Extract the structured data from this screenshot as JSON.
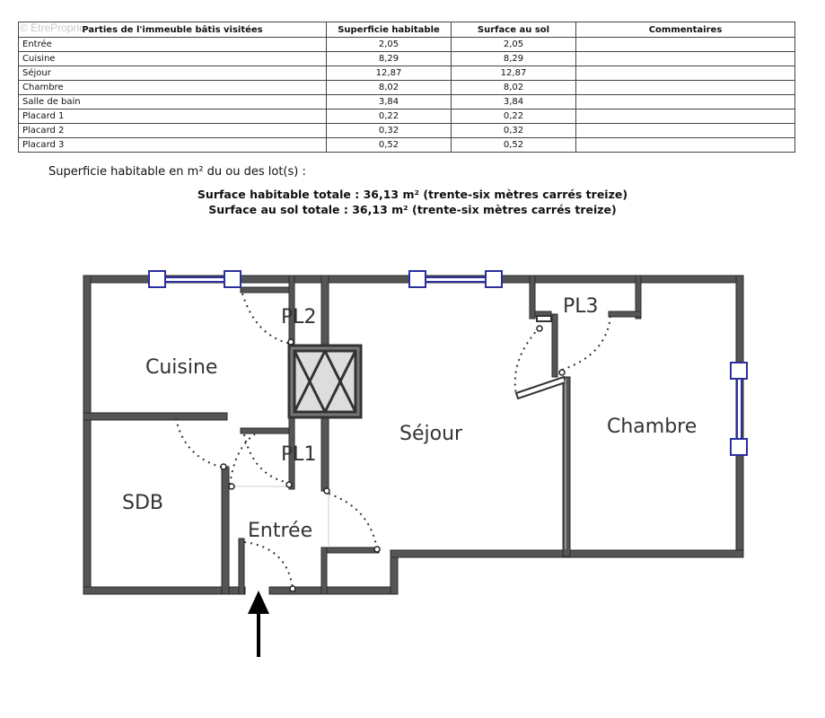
{
  "watermark": "© EtreProprio",
  "table": {
    "headers": [
      "Parties de l'immeuble bâtis visitées",
      "Superficie habitable",
      "Surface au sol",
      "Commentaires"
    ],
    "rows": [
      {
        "name": "Entrée",
        "habitable": "2,05",
        "sol": "2,05",
        "comment": ""
      },
      {
        "name": "Cuisine",
        "habitable": "8,29",
        "sol": "8,29",
        "comment": ""
      },
      {
        "name": "Séjour",
        "habitable": "12,87",
        "sol": "12,87",
        "comment": ""
      },
      {
        "name": "Chambre",
        "habitable": "8,02",
        "sol": "8,02",
        "comment": ""
      },
      {
        "name": "Salle de bain",
        "habitable": "3,84",
        "sol": "3,84",
        "comment": ""
      },
      {
        "name": "Placard 1",
        "habitable": "0,22",
        "sol": "0,22",
        "comment": ""
      },
      {
        "name": "Placard 2",
        "habitable": "0,32",
        "sol": "0,32",
        "comment": ""
      },
      {
        "name": "Placard 3",
        "habitable": "0,52",
        "sol": "0,52",
        "comment": ""
      }
    ]
  },
  "subtitle": "Superficie habitable en m² du ou des lot(s) :",
  "totals": {
    "habitable": "Surface habitable totale : 36,13 m² (trente-six mètres carrés treize)",
    "sol": "Surface au sol totale : 36,13 m² (trente-six mètres carrés treize)"
  },
  "plan": {
    "rooms": {
      "cuisine": "Cuisine",
      "pl2": "PL2",
      "pl1": "PL1",
      "sdb": "SDB",
      "entree": "Entrée",
      "sejour": "Séjour",
      "pl3": "PL3",
      "chambre": "Chambre"
    },
    "wall_color": "#555555",
    "window_color": "#2b2f9e"
  }
}
